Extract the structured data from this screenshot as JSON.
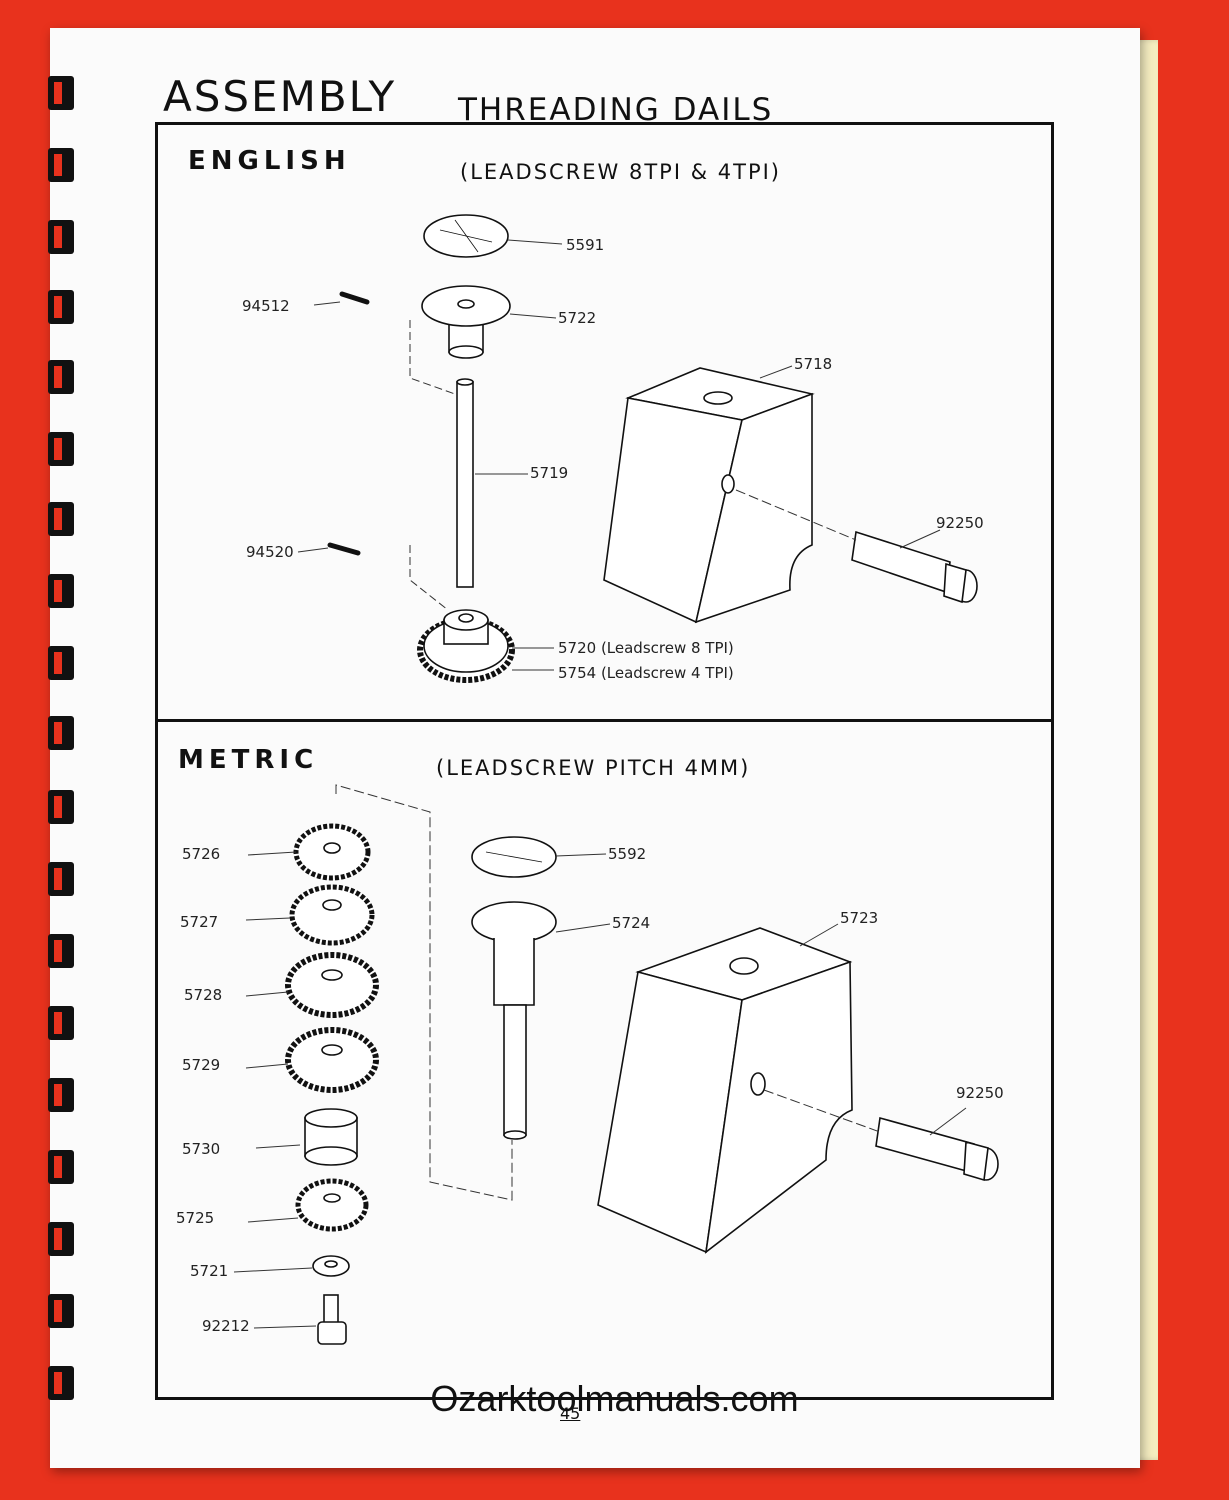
{
  "title": {
    "main": "ASSEMBLY",
    "sub": "THREADING DAILS"
  },
  "english": {
    "heading": "ENGLISH",
    "subheading": "(LEADSCREW 8TPI & 4TPI)",
    "labels": {
      "dial": "5591",
      "pin_top": "94512",
      "washer": "5722",
      "body": "5718",
      "shaft": "5719",
      "screw": "92250",
      "pin_bottom": "94520",
      "gear_8tpi": "5720 (Leadscrew 8 TPI)",
      "gear_4tpi": "5754 (Leadscrew 4 TPI)"
    }
  },
  "metric": {
    "heading": "METRIC",
    "subheading": "(LEADSCREW PITCH 4MM)",
    "labels": {
      "g1": "5726",
      "g2": "5727",
      "g3": "5728",
      "g4": "5729",
      "spacer": "5730",
      "g5": "5725",
      "washer": "5721",
      "screw_small": "92212",
      "dial": "5592",
      "shaft": "5724",
      "body": "5723",
      "screw": "92250"
    }
  },
  "watermark": "Ozarktoolmanuals.com",
  "page_number": "45"
}
